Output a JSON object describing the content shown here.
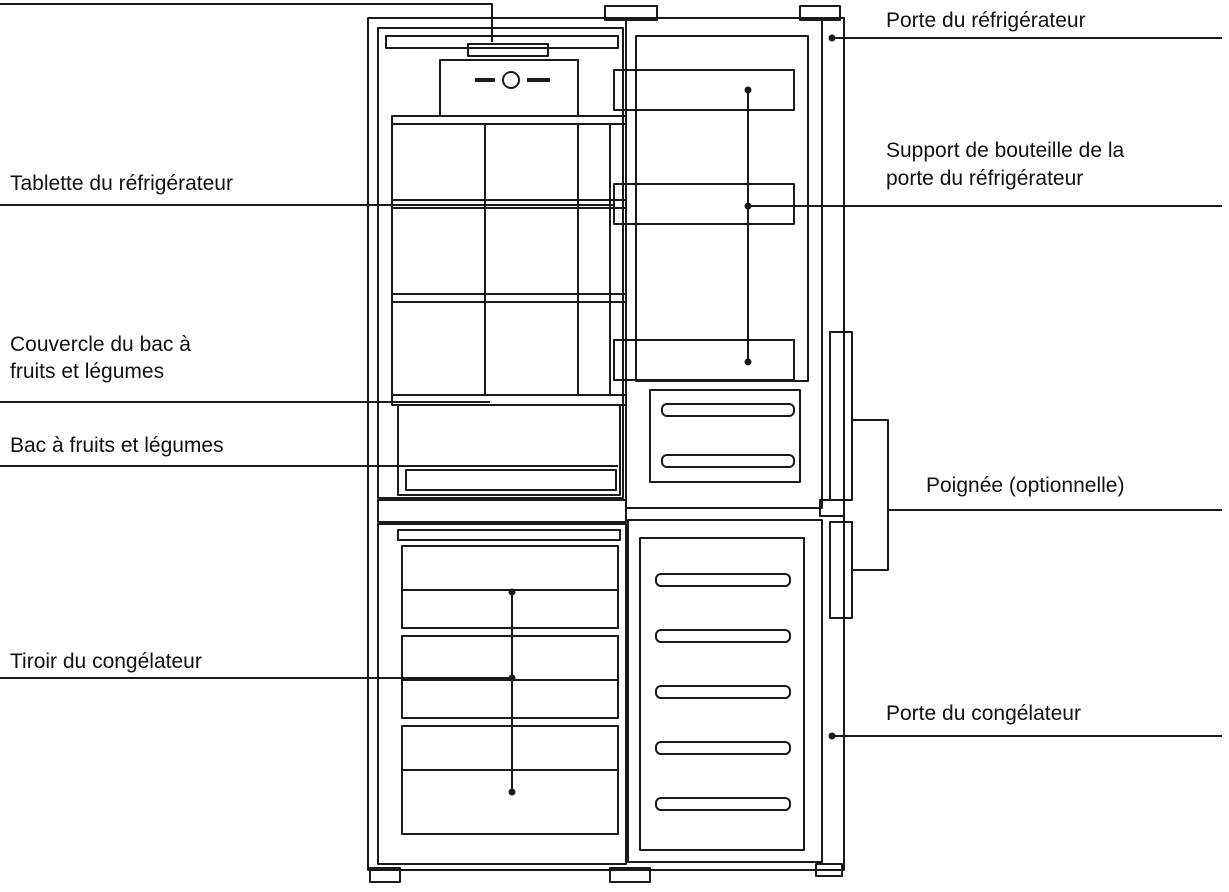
{
  "labels": {
    "fridge_door": "Porte du réfrigérateur",
    "bottle_holder_line1": "Support de bouteille de la",
    "bottle_holder_line2": "porte du réfrigérateur",
    "fridge_shelf": "Tablette du réfrigérateur",
    "crisper_cover_line1": "Couvercle du bac à",
    "crisper_cover_line2": "fruits et légumes",
    "crisper": "Bac à fruits et légumes",
    "handle": "Poignée (optionnelle)",
    "freezer_drawer": "Tiroir du congélateur",
    "freezer_door": "Porte du congélateur"
  },
  "colors": {
    "line": "#1a1a1a",
    "background": "#ffffff"
  }
}
